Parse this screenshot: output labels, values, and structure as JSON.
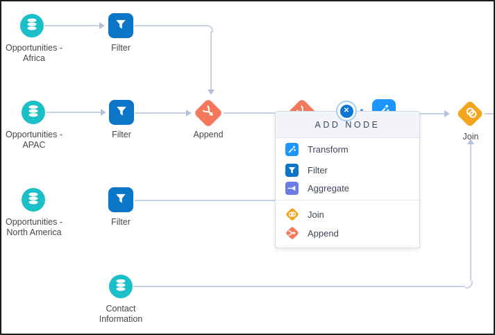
{
  "colors": {
    "dataset": "#1bbfc7",
    "filter": "#0b76c8",
    "transform": "#1b96ff",
    "aggregate": "#6a7de2",
    "join": "#f3a41e",
    "append": "#f4795c",
    "connector": "#c9d2e4",
    "close_button": "#0b76d3"
  },
  "nodes": [
    {
      "id": "opportunities-africa",
      "type": "dataset",
      "label1": "Opportunities -",
      "label2": "Africa"
    },
    {
      "id": "filter-1",
      "type": "filter",
      "label1": "Filter"
    },
    {
      "id": "opportunities-apac",
      "type": "dataset",
      "label1": "Opportunities -",
      "label2": "APAC"
    },
    {
      "id": "filter-2",
      "type": "filter",
      "label1": "Filter"
    },
    {
      "id": "append-1",
      "type": "append",
      "label1": "Append"
    },
    {
      "id": "opportunities-north-america",
      "type": "dataset",
      "label1": "Opportunities -",
      "label2": "North America"
    },
    {
      "id": "filter-3",
      "type": "filter",
      "label1": "Filter"
    },
    {
      "id": "contact-information",
      "type": "dataset",
      "label1": "Contact",
      "label2": "Information"
    },
    {
      "id": "join-1",
      "type": "join",
      "label1": "Join"
    }
  ],
  "popup": {
    "title": "ADD NODE",
    "close_label": "✕",
    "items": [
      {
        "label": "Transform"
      },
      {
        "label": "Filter"
      },
      {
        "label": "Aggregate"
      },
      {
        "label": "Join"
      },
      {
        "label": "Append"
      }
    ]
  }
}
